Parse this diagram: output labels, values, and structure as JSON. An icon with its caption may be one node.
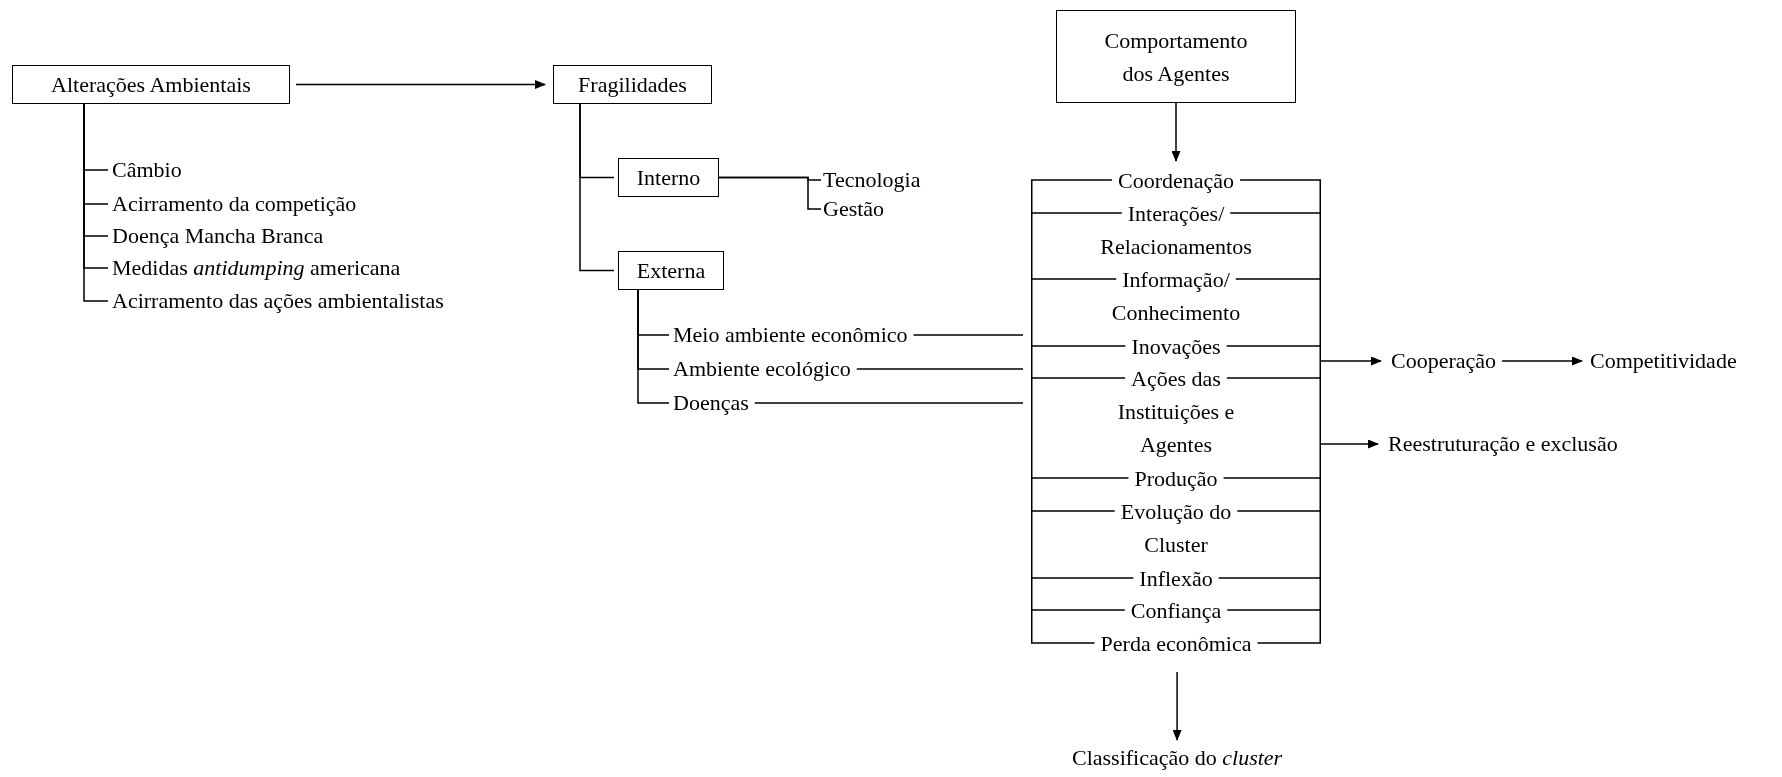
{
  "diagram": {
    "nodes": [
      {
        "text": [
          "Alterações Ambientais"
        ]
      },
      {
        "text": [
          "Câmbio"
        ]
      },
      {
        "text": [
          "Acirramento da competição"
        ]
      },
      {
        "text": [
          "Doença Mancha Branca"
        ]
      },
      {
        "text": [
          "Medidas *antidumping* americana"
        ]
      },
      {
        "text": [
          "Acirramento das ações ambientalistas"
        ]
      },
      {
        "text": [
          "Fragilidades"
        ]
      },
      {
        "text": [
          "Interno"
        ]
      },
      {
        "text": [
          "Tecnologia"
        ]
      },
      {
        "text": [
          "Gestão"
        ]
      },
      {
        "text": [
          "Externa"
        ]
      },
      {
        "text": [
          "Meio ambiente econômico"
        ]
      },
      {
        "text": [
          "Ambiente ecológico"
        ]
      },
      {
        "text": [
          "Doenças"
        ]
      },
      {
        "text": [
          "Comportamento dos Agentes"
        ]
      },
      {
        "text": [],
        "shape": "bracket"
      },
      {
        "text": [
          "Coordenação"
        ],
        "in": 15
      },
      {
        "text": [
          "Interações/ Relacionamentos"
        ],
        "in": 15
      },
      {
        "text": [
          "Informação/ Conhecimento"
        ],
        "in": 15
      },
      {
        "text": [
          "Inovações"
        ],
        "in": 15
      },
      {
        "text": [
          "Ações das Instituições e Agentes"
        ],
        "in": 15
      },
      {
        "text": [
          "Produção"
        ],
        "in": 15
      },
      {
        "text": [
          "Evolução do Cluster"
        ],
        "in": 15
      },
      {
        "text": [
          "Inflexão"
        ],
        "in": 15
      },
      {
        "text": [
          "Confiança"
        ],
        "in": 15
      },
      {
        "text": [
          "Perda econômica"
        ],
        "in": 15
      },
      {
        "text": [
          "Cooperação"
        ]
      },
      {
        "text": [
          "Competitividade"
        ]
      },
      {
        "text": [
          "Reestruturação e exclusão"
        ]
      },
      {
        "text": [
          "Classificação do *cluster*"
        ]
      }
    ],
    "edges": [
      {
        "from": 0,
        "to": 1,
        "arrow": "none"
      },
      {
        "from": 0,
        "to": 2,
        "arrow": "none"
      },
      {
        "from": 0,
        "to": 3,
        "arrow": "none"
      },
      {
        "from": 0,
        "to": 4,
        "arrow": "none"
      },
      {
        "from": 0,
        "to": 5,
        "arrow": "none"
      },
      {
        "from": 0,
        "to": 6,
        "arrow": "to"
      },
      {
        "from": 6,
        "to": 7,
        "arrow": "none"
      },
      {
        "from": 6,
        "to": 10,
        "arrow": "none"
      },
      {
        "from": 7,
        "to": 8,
        "arrow": "none"
      },
      {
        "from": 7,
        "to": 9,
        "arrow": "none"
      },
      {
        "from": 10,
        "to": 11,
        "arrow": "none"
      },
      {
        "from": 10,
        "to": 12,
        "arrow": "none"
      },
      {
        "from": 10,
        "to": 13,
        "arrow": "none"
      },
      {
        "from": 11,
        "to": 15,
        "arrow": "none"
      },
      {
        "from": 12,
        "to": 15,
        "arrow": "none"
      },
      {
        "from": 13,
        "to": 15,
        "arrow": "none"
      },
      {
        "from": 14,
        "to": 15,
        "arrow": "to"
      },
      {
        "from": 15,
        "to": 26,
        "arrow": "to"
      },
      {
        "from": 26,
        "to": 27,
        "arrow": "to"
      },
      {
        "from": 15,
        "to": 28,
        "arrow": "to"
      },
      {
        "from": 15,
        "to": 29,
        "arrow": "to"
      }
    ]
  }
}
